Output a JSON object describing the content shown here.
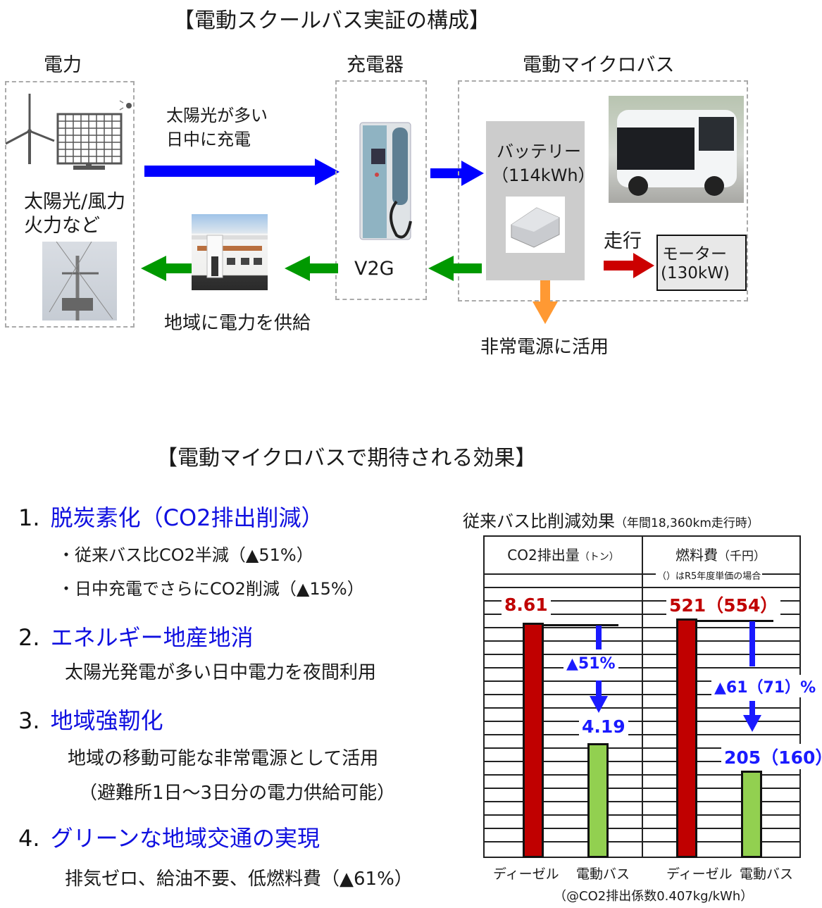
{
  "diagram": {
    "title": "【電動スクールバス実証の構成】",
    "sections": {
      "power": {
        "label": "電力",
        "caption_line1": "太陽光/風力",
        "caption_line2": "火力など",
        "icons": [
          "wind-turbine-icon",
          "solar-panel-icon",
          "utility-pole-photo"
        ]
      },
      "charger": {
        "label": "充電器",
        "v2g_label": "V2G"
      },
      "bus": {
        "label": "電動マイクロバス",
        "battery_line1": "バッテリー",
        "battery_line2": "（114kWh）",
        "motor_line1": "モーター",
        "motor_line2": "(130kW)",
        "run_label": "走行"
      }
    },
    "arrows": {
      "charge_text_line1": "太陽光が多い",
      "charge_text_line2": "日中に充電",
      "supply_text": "地域に電力を供給",
      "emergency_text": "非常電源に活用"
    },
    "colors": {
      "blue_arrow": "#0000ff",
      "green_arrow": "#009900",
      "red_arrow": "#cc0000",
      "orange_arrow": "#ff9933",
      "battery_box": "#cccccc"
    }
  },
  "effects": {
    "title": "【電動マイクロバスで期待される効果】",
    "items": [
      {
        "num": "1.",
        "heading": "脱炭素化（CO2排出削減）",
        "lines": [
          "・従来バス比CO2半減（▲51%）",
          "・日中充電でさらにCO2削減（▲15%）"
        ]
      },
      {
        "num": "2.",
        "heading": "エネルギー地産地消",
        "lines": [
          "太陽光発電が多い日中電力を夜間利用"
        ]
      },
      {
        "num": "3.",
        "heading": "地域強靭化",
        "lines": [
          "地域の移動可能な非常電源として活用",
          "（避難所1日～3日分の電力供給可能）"
        ]
      },
      {
        "num": "4.",
        "heading": "グリーンな地域交通の実現",
        "lines": [
          "排気ゼロ、給油不要、低燃料費（▲61%）"
        ]
      }
    ]
  },
  "chart": {
    "title": "従来バス比削減効果",
    "title_note": "（年間18,360km走行時）",
    "footnote": "（@CO2排出係数0.407kg/kWh）",
    "panels": [
      {
        "header": "CO2排出量",
        "unit": "（トン）",
        "note": "",
        "diesel_value": "8.61",
        "ev_value": "4.19",
        "reduction": "▲51%"
      },
      {
        "header": "燃料費",
        "unit": "（千円）",
        "note": "（）はR5年度単価の場合",
        "diesel_value": "521（554）",
        "ev_value": "205（160）",
        "reduction": "▲61（71）%"
      }
    ],
    "xlabels": [
      "ディーゼル",
      "電動バス",
      "ディーゼル",
      "電動バス"
    ]
  },
  "chart_data": {
    "type": "bar",
    "title": "従来バス比削減効果（年間18,360km走行時）",
    "categories": [
      "ディーゼル",
      "電動バス"
    ],
    "series": [
      {
        "name": "CO2排出量（トン）",
        "values": [
          8.61,
          4.19
        ]
      },
      {
        "name": "燃料費（千円）",
        "values": [
          521,
          205
        ]
      },
      {
        "name": "燃料費（千円, R5年度単価）",
        "values": [
          554,
          160
        ]
      }
    ],
    "annotations": [
      "▲51%",
      "▲61（71）%",
      "（@CO2排出係数0.407kg/kWh）"
    ],
    "colors": {
      "diesel": "#c00000",
      "ev": "#92d050"
    },
    "grid": true
  }
}
